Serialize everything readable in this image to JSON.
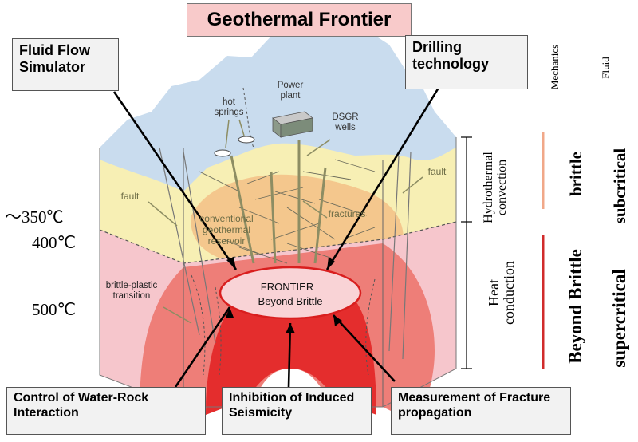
{
  "title": "Geothermal Frontier",
  "callouts": {
    "fluid_flow": "Fluid Flow Simulator",
    "drilling": "Drilling technology",
    "water_rock": "Control of Water-Rock Interaction",
    "seismicity": "Inhibition of Induced Seismicity",
    "fracture": "Measurement of Fracture propagation"
  },
  "scene_labels": {
    "power_plant": "Power plant",
    "hot_springs": "hot springs",
    "dsgr_wells": "DSGR wells",
    "fault_left": "fault",
    "fault_right": "fault",
    "conventional_reservoir": "conventional geothermal reservoir",
    "fractures": "fractures",
    "brittle_plastic": "brittle-plastic transition",
    "frontier": "FRONTIER",
    "beyond_brittle_ellipse": "Beyond Brittle"
  },
  "temperatures": {
    "t350": "～350℃",
    "t400": "400℃",
    "t500": "500℃"
  },
  "right_panel": {
    "col_mechanics": "Mechanics",
    "col_fluid": "Fluid",
    "hydrothermal": "Hydrothermal convection",
    "heat_conduction": "Heat conduction",
    "brittle": "brittle",
    "beyond_brittle": "Beyond Brittle",
    "subcritical": "subcritical",
    "supercritical": "supercritical"
  },
  "colors": {
    "sky_blue": "#c9dcee",
    "pale_yellow": "#f7efb4",
    "orange_reservoir": "#f4c78d",
    "pink_zone": "#f6c6cc",
    "salmon_zone": "#ee7e78",
    "red_core": "#e42d2d",
    "ellipse_fill": "#f9d3d6",
    "ellipse_border": "#d91e1e",
    "brittle_bar": "#f1a889",
    "beyond_bar": "#d12b2b"
  }
}
